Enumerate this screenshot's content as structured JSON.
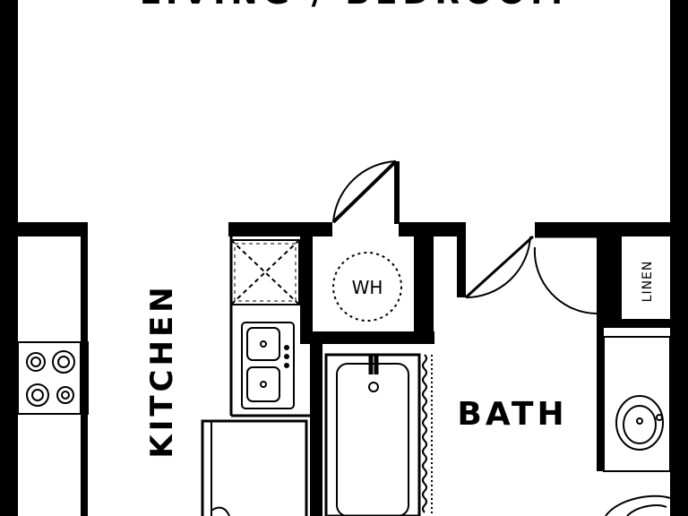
{
  "rooms": {
    "living": "LIVING / BEDROOM",
    "kitchen": "KITCHEN",
    "bath": "BATH",
    "water_heater": "WH",
    "linen": "LINEN"
  },
  "colors": {
    "wall": "#000000",
    "background": "#ffffff"
  }
}
